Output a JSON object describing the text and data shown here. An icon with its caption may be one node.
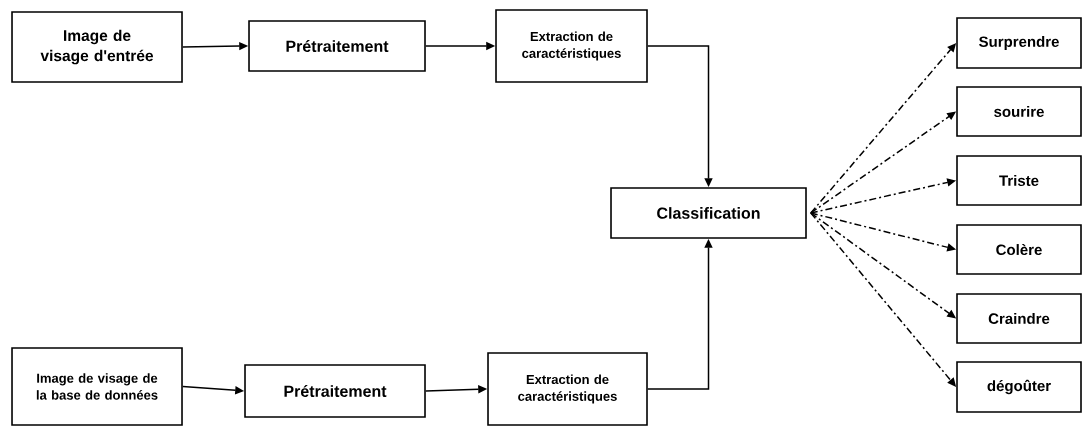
{
  "diagram": {
    "nodes": [
      {
        "text": [
          "Image de visage d'entrée"
        ]
      },
      {
        "text": [
          "Prétraitement"
        ]
      },
      {
        "text": [
          "Extraction de caractéristiques"
        ]
      },
      {
        "text": [
          "Classification"
        ]
      },
      {
        "text": [
          "Image de visage de la base de données"
        ]
      },
      {
        "text": [
          "Prétraitement"
        ]
      },
      {
        "text": [
          "Extraction de caractéristiques"
        ]
      },
      {
        "text": [
          "Surprendre"
        ]
      },
      {
        "text": [
          "sourire"
        ]
      },
      {
        "text": [
          "Triste"
        ]
      },
      {
        "text": [
          "Colère"
        ]
      },
      {
        "text": [
          "Craindre"
        ]
      },
      {
        "text": [
          "dégoûter"
        ]
      }
    ],
    "edges": [
      {
        "from": 0,
        "to": 1,
        "arrow": "to"
      },
      {
        "from": 1,
        "to": 2,
        "arrow": "to"
      },
      {
        "from": 2,
        "to": 3,
        "arrow": "to"
      },
      {
        "from": 4,
        "to": 5,
        "arrow": "to"
      },
      {
        "from": 5,
        "to": 6,
        "arrow": "to"
      },
      {
        "from": 6,
        "to": 3,
        "arrow": "to"
      },
      {
        "from": 3,
        "to": 7,
        "arrow": "to",
        "style": "dashed"
      },
      {
        "from": 3,
        "to": 8,
        "arrow": "to",
        "style": "dashed"
      },
      {
        "from": 3,
        "to": 9,
        "arrow": "to",
        "style": "dashed"
      },
      {
        "from": 3,
        "to": 10,
        "arrow": "to",
        "style": "dashed"
      },
      {
        "from": 3,
        "to": 11,
        "arrow": "to",
        "style": "dashed"
      },
      {
        "from": 3,
        "to": 12,
        "arrow": "to",
        "style": "dashed"
      }
    ]
  }
}
